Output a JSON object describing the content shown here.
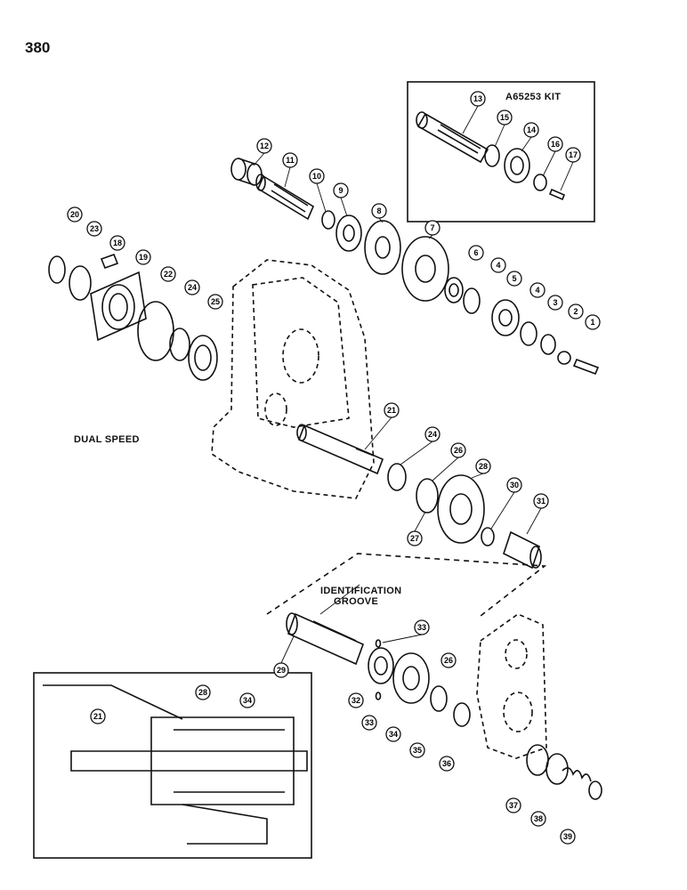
{
  "page": {
    "number": "380",
    "kit_label": "A65253 KIT",
    "dual_speed_label": "DUAL SPEED",
    "identification_label_line1": "IDENTIFICATION",
    "identification_label_line2": "GROOVE"
  },
  "callouts": [
    "1",
    "2",
    "3",
    "4",
    "5",
    "6",
    "7",
    "8",
    "9",
    "10",
    "11",
    "12",
    "13",
    "14",
    "15",
    "16",
    "17",
    "18",
    "19",
    "20",
    "21",
    "22",
    "23",
    "24",
    "25",
    "26",
    "27",
    "28",
    "29",
    "30",
    "31",
    "32",
    "33",
    "34",
    "35",
    "36",
    "37",
    "38",
    "39"
  ],
  "colors": {
    "ink": "#111111",
    "paper": "#ffffff"
  }
}
